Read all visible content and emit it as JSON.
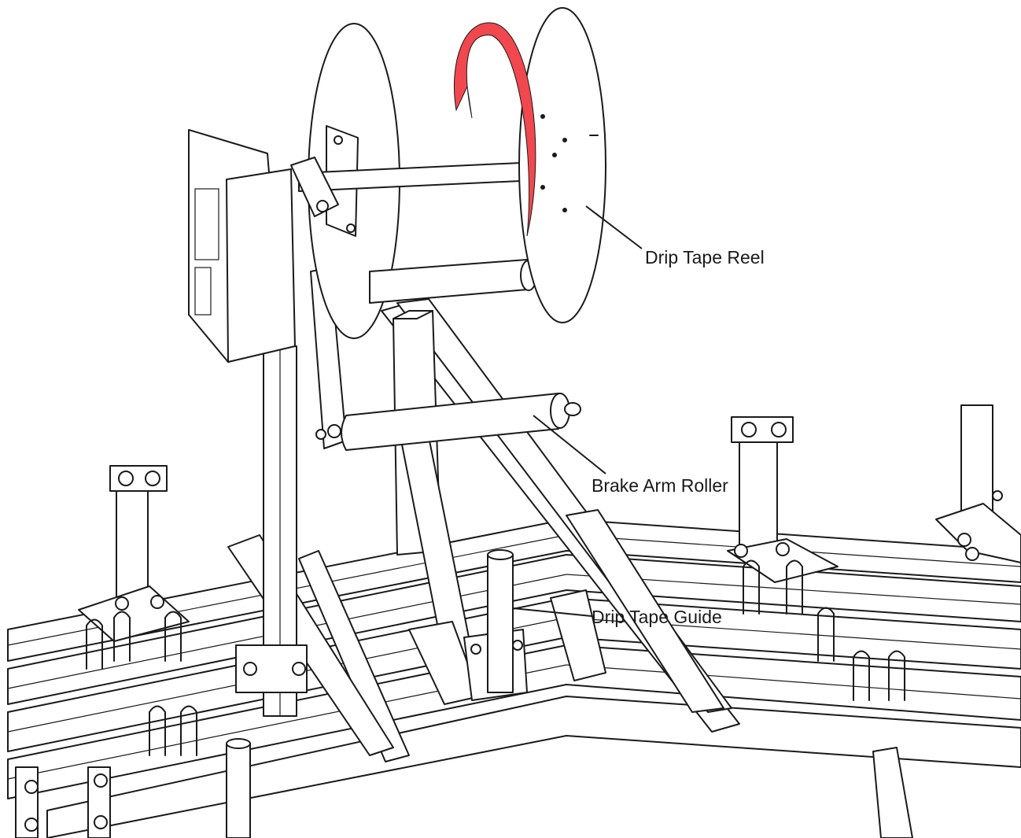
{
  "diagram": {
    "callouts": [
      {
        "id": "drip-tape-reel",
        "label": "Drip Tape Reel"
      },
      {
        "id": "brake-arm-roller",
        "label": "Brake Arm Roller"
      },
      {
        "id": "drip-tape-guide",
        "label": "Drip Tape Guide"
      }
    ],
    "rotation_arrow_color": "#f0484e",
    "line_color": "#1a1a1a",
    "background_color": "#ffffff"
  }
}
